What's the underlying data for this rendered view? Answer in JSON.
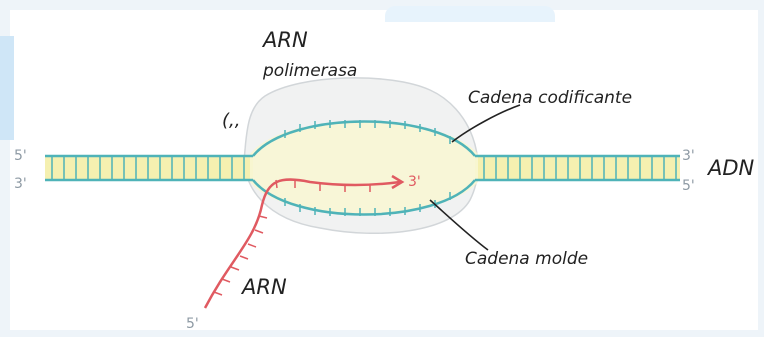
{
  "labels": {
    "rna_polymerase_line1": "ARN",
    "rna_polymerase_line2": "polimerasa",
    "coding_strand": "Cadena codificante",
    "template_strand": "Cadena molde",
    "dna": "ADN",
    "rna": "ARN",
    "motion_mark": "(,,"
  },
  "strand_ends": {
    "left_top": "5'",
    "left_bottom": "3'",
    "right_top": "3'",
    "right_bottom": "5'",
    "rna_tip": "3'",
    "rna_tail": "5'"
  },
  "colors": {
    "dna_strand": "#4fb3b8",
    "base_pairs": "#f5f0b0",
    "rna": "#e05a61",
    "polymerase": "#f1f2f2",
    "end_label": "#8e9aa4"
  }
}
